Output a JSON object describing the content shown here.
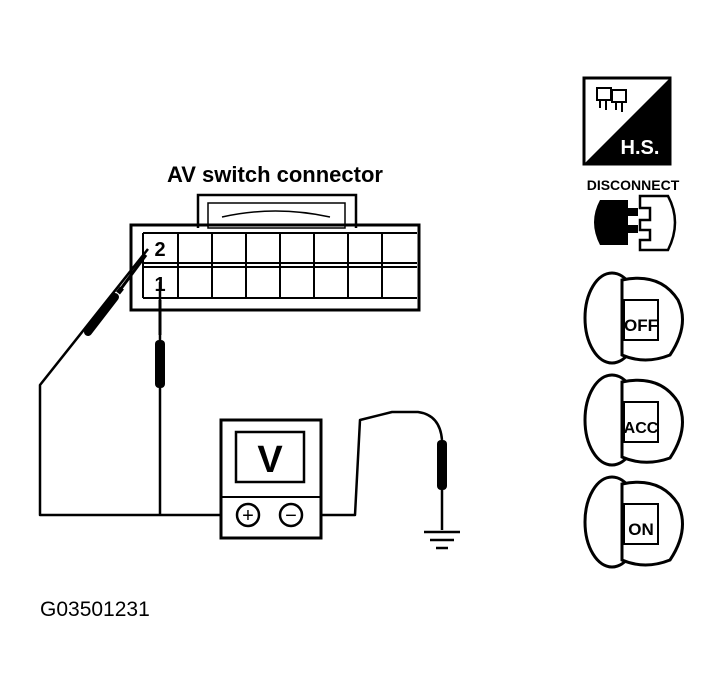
{
  "connector": {
    "title": "AV switch connector",
    "pin_top": "2",
    "pin_bottom": "1"
  },
  "meter": {
    "symbol": "V",
    "plus_symbol": "+",
    "minus_symbol": "−"
  },
  "side_icons": {
    "hs_label": "H.S.",
    "disconnect_label": "DISCONNECT",
    "off_label": "OFF",
    "acc_label": "ACC",
    "on_label": "ON"
  },
  "figure_code": "G03501231"
}
